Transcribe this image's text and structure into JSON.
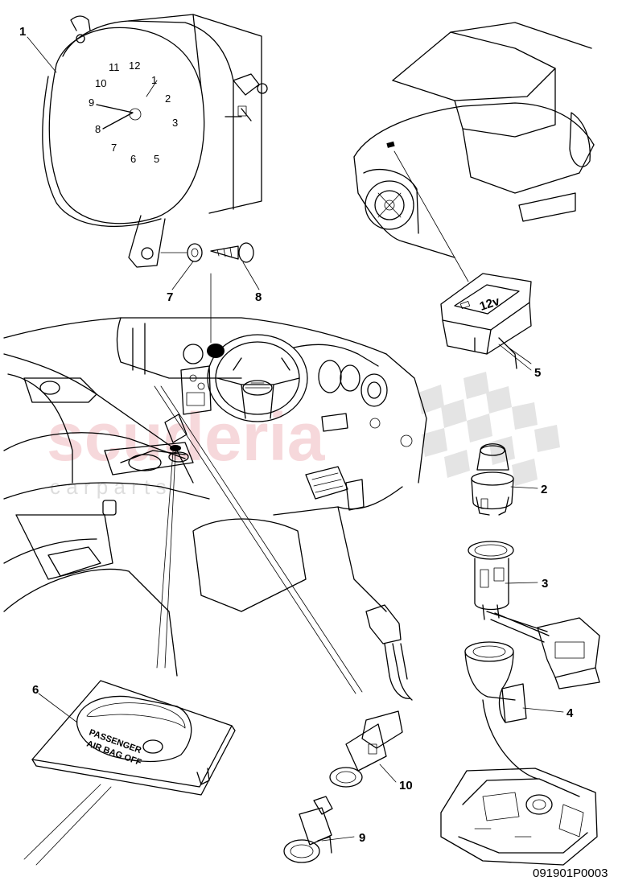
{
  "diagram": {
    "reference_code": "091901P0003",
    "watermark": {
      "brand": "scuderia",
      "subtitle": "c a r   p a r t s"
    },
    "clock_numerals": [
      "12",
      "1",
      "2",
      "3",
      "5",
      "6",
      "7",
      "8",
      "9",
      "10",
      "11"
    ],
    "socket_label": "12v",
    "airbag_label": {
      "line1": "PASSENGER",
      "line2": "AIR BAG OFF"
    },
    "callouts": [
      "1",
      "2",
      "3",
      "4",
      "5",
      "6",
      "7",
      "8",
      "9",
      "10"
    ]
  }
}
